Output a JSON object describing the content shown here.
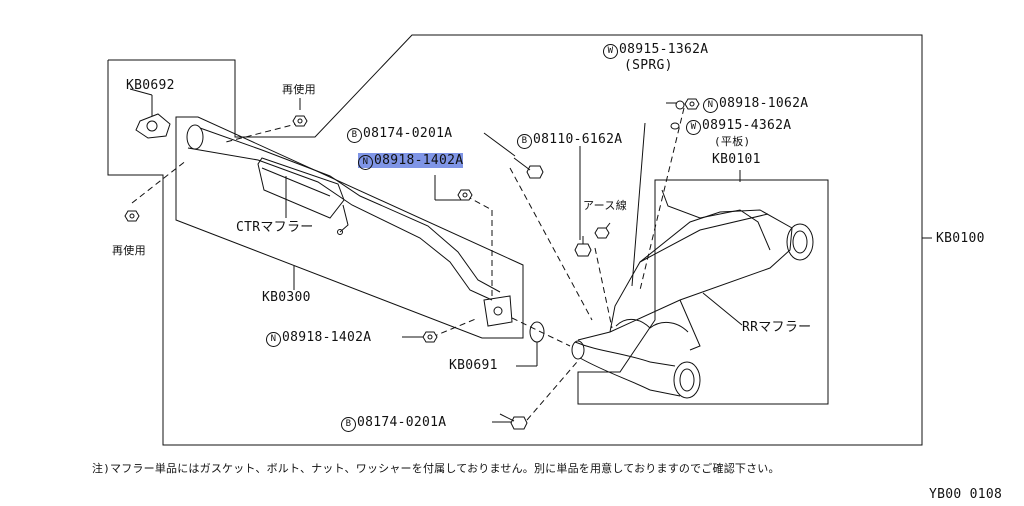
{
  "labels": {
    "kb0692": "KB0692",
    "reuse_top": "再使用",
    "reuse_left": "再使用",
    "ctr_muffler": "CTRマフラー",
    "kb0300": "KB0300",
    "kb0691": "KB0691",
    "kb0101": "KB0101",
    "kb0100": "KB0100",
    "rr_muffler": "RRマフラー",
    "earth_wire": "アース線",
    "sprg": "(SPRG)",
    "flat": "(平板)"
  },
  "parts": {
    "w_08915_1362a": {
      "prefix": "W",
      "code": "08915-1362A"
    },
    "n_08918_1062a": {
      "prefix": "N",
      "code": "08918-1062A"
    },
    "w_08915_4362a": {
      "prefix": "W",
      "code": "08915-4362A"
    },
    "b_08174_0201a_top": {
      "prefix": "B",
      "code": "08174-0201A"
    },
    "b_08110_6162a": {
      "prefix": "B",
      "code": "08110-6162A"
    },
    "n_08918_1402a_top": {
      "prefix": "N",
      "code": "08918-1402A"
    },
    "n_08918_1402a_bottom": {
      "prefix": "N",
      "code": "08918-1402A"
    },
    "b_08174_0201a_bottom": {
      "prefix": "B",
      "code": "08174-0201A"
    }
  },
  "footnote": "注)マフラー単品にはガスケット、ボルト、ナット、ワッシャーを付属しておりません。別に単品を用意しておりますのでご確認下さい。",
  "diagram_id": "YB00 0108",
  "highlight_color": "#7f95e6"
}
